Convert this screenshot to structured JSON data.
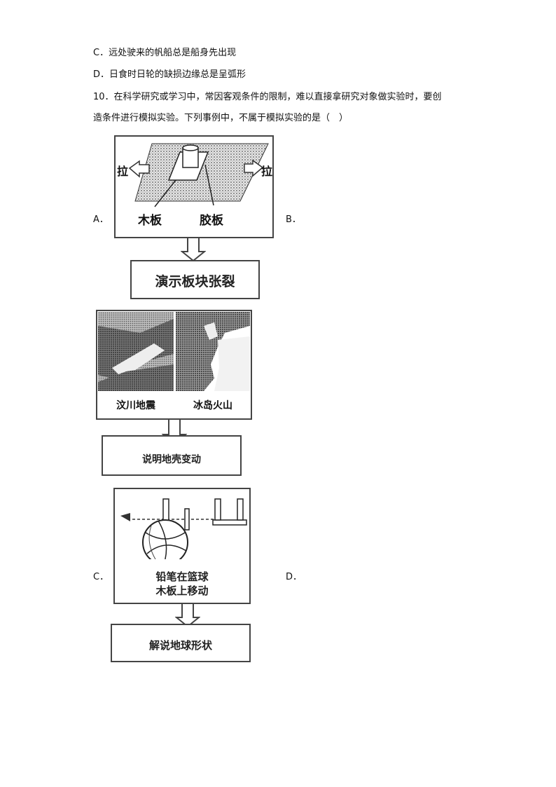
{
  "options_prev": {
    "c": "C．远处驶来的帆船总是船身先出现",
    "d": "D．日食时日轮的缺损边缘总是呈弧形"
  },
  "question": {
    "line1": "10．在科学研究或学习中，常因客观条件的限制，难以直接拿研究对象做实验时，要创",
    "line2": "造条件进行模拟实验。下列事例中，不属于模拟实验的是（　）"
  },
  "option_labels": {
    "a": "A．",
    "b": "B．",
    "c": "C．",
    "d": "D．"
  },
  "figure_a": {
    "pull_left": "拉",
    "pull_right": "拉",
    "label_wood": "木板",
    "label_film": "胶板",
    "result": "演示板块张裂"
  },
  "figure_b": {
    "caption_left": "汶川地震",
    "caption_right": "冰岛火山",
    "result": "说明地壳变动"
  },
  "figure_c": {
    "caption_line1": "铅笔在篮球",
    "caption_line2": "木板上移动",
    "result": "解说地球形状"
  }
}
